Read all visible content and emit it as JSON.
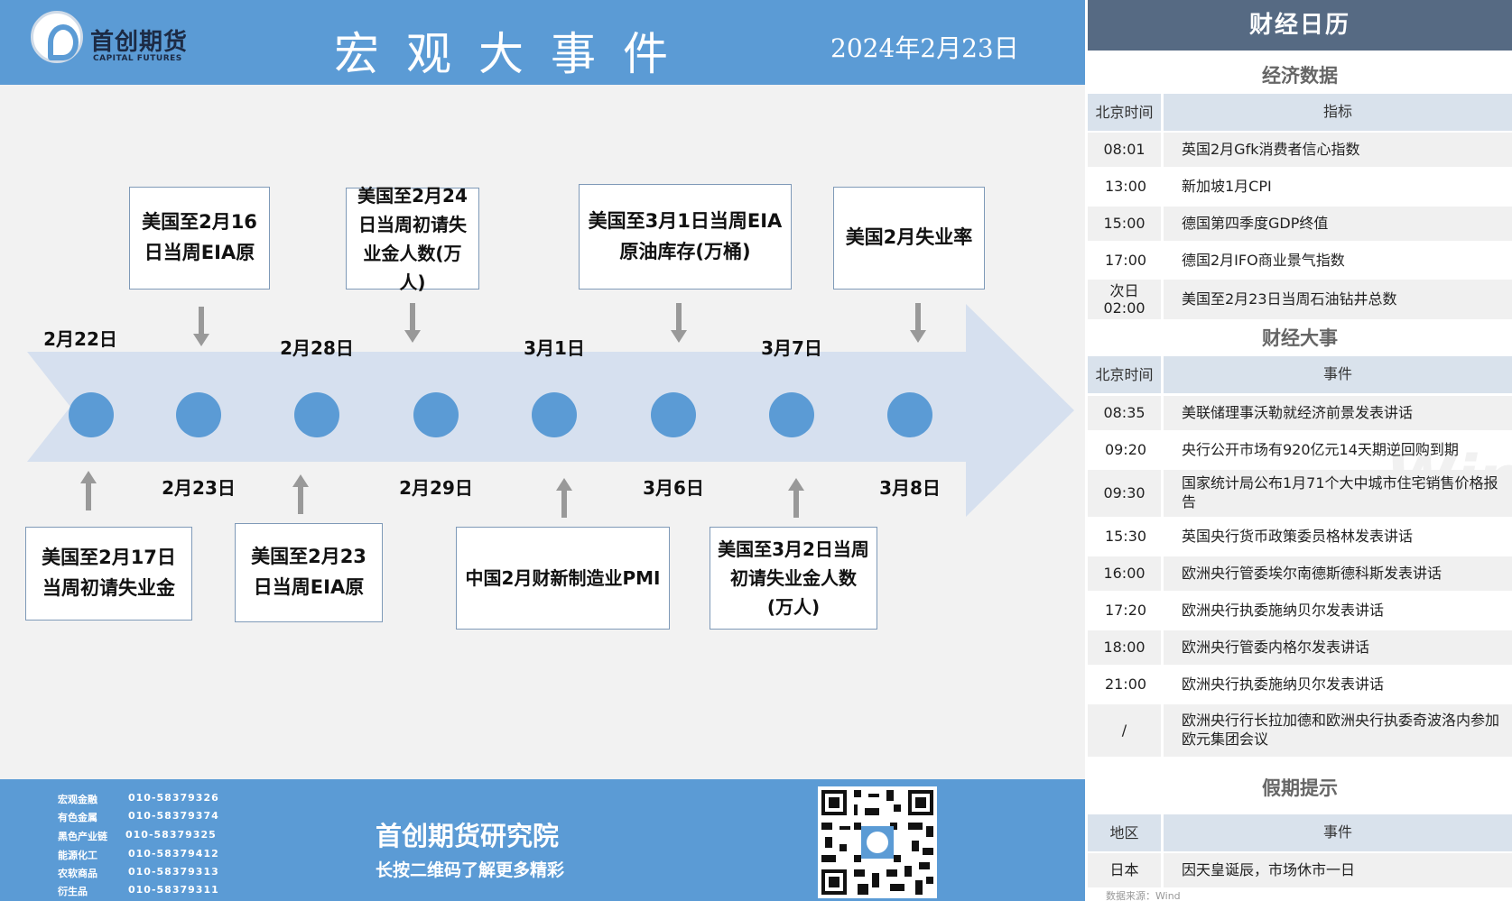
{
  "header": {
    "logo_cn": "首创期货",
    "logo_en": "CAPITAL FUTURES",
    "title": "宏观大事件",
    "date": "2024年2月23日"
  },
  "timeline": {
    "top_dates": [
      "2月22日",
      "2月28日",
      "3月1日",
      "3月7日"
    ],
    "bottom_dates": [
      "2月23日",
      "2月29日",
      "3月6日",
      "3月8日"
    ],
    "top_events": [
      "美国至2月16日当周EIA原",
      "美国至2月24日当周初请失业金人数(万人)",
      "美国至3月1日当周EIA原油库存(万桶)",
      "美国2月失业率"
    ],
    "bottom_events": [
      "美国至2月17日当周初请失业金",
      "美国至2月23日当周EIA原",
      "中国2月财新制造业PMI",
      "美国至3月2日当周初请失业金人数(万人)"
    ]
  },
  "footer": {
    "contacts": [
      {
        "dept": "宏观金融",
        "phone": "010-58379326"
      },
      {
        "dept": "有色金属",
        "phone": "010-58379374"
      },
      {
        "dept": "黑色产业链",
        "phone": "010-58379325"
      },
      {
        "dept": "能源化工",
        "phone": "010-58379412"
      },
      {
        "dept": "农软商品",
        "phone": "010-58379313"
      },
      {
        "dept": "衍生品",
        "phone": "010-58379311"
      }
    ],
    "org": "首创期货研究院",
    "tagline": "长按二维码了解更多精彩"
  },
  "calendar": {
    "title": "财经日历",
    "econ": {
      "title": "经济数据",
      "col_time": "北京时间",
      "col_item": "指标",
      "rows": [
        {
          "time": "08:01",
          "text": "英国2月Gfk消费者信心指数"
        },
        {
          "time": "13:00",
          "text": "新加坡1月CPI"
        },
        {
          "time": "15:00",
          "text": "德国第四季度GDP终值"
        },
        {
          "time": "17:00",
          "text": "德国2月IFO商业景气指数"
        },
        {
          "time": "次日\n02:00",
          "text": "美国至2月23日当周石油钻井总数"
        }
      ]
    },
    "events": {
      "title": "财经大事",
      "col_time": "北京时间",
      "col_item": "事件",
      "rows": [
        {
          "time": "08:35",
          "text": "美联储理事沃勒就经济前景发表讲话"
        },
        {
          "time": "09:20",
          "text": "央行公开市场有920亿元14天期逆回购到期"
        },
        {
          "time": "09:30",
          "text": "国家统计局公布1月71个大中城市住宅销售价格报告"
        },
        {
          "time": "15:30",
          "text": "英国央行货币政策委员格林发表讲话"
        },
        {
          "time": "16:00",
          "text": "欧洲央行管委埃尔南德斯德科斯发表讲话"
        },
        {
          "time": "17:20",
          "text": "欧洲央行执委施纳贝尔发表讲话"
        },
        {
          "time": "18:00",
          "text": "欧洲央行管委内格尔发表讲话"
        },
        {
          "time": "21:00",
          "text": "欧洲央行执委施纳贝尔发表讲话"
        },
        {
          "time": "/",
          "text": "欧洲央行行长拉加德和欧洲央行执委奇波洛内参加欧元集团会议"
        }
      ]
    },
    "holiday": {
      "title": "假期提示",
      "col_region": "地区",
      "col_item": "事件",
      "rows": [
        {
          "region": "日本",
          "text": "因天皇诞辰，市场休市一日"
        }
      ]
    },
    "source": "数据来源：Wind",
    "watermark": "Win.d"
  }
}
